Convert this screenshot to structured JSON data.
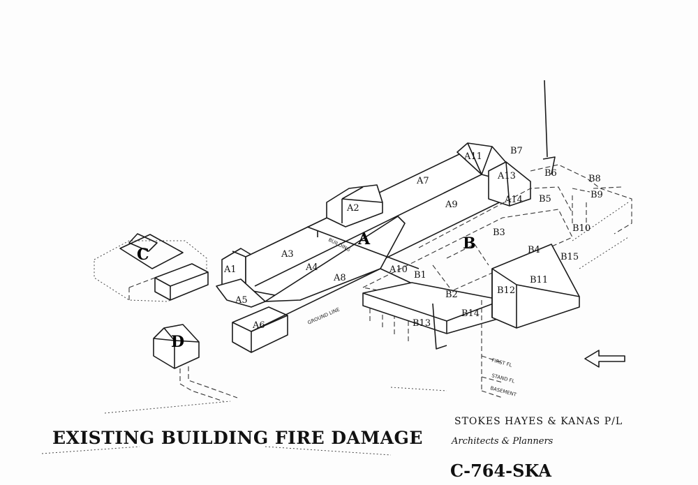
{
  "title": "EXISTING BUILDING FIRE DAMAGE",
  "firm": {
    "name": "STOKES HAYES & KANAS P/L",
    "subtitle": "Architects & Planners"
  },
  "drawing_number": "C-764-SKA",
  "buildings": [
    "A",
    "B",
    "C",
    "D"
  ],
  "zones": {
    "A1": "A1",
    "A2": "A2",
    "A3": "A3",
    "A4": "A4",
    "A5": "A5",
    "A6": "A6",
    "A7": "A7",
    "A8": "A8",
    "A9": "A9",
    "A10": "A10",
    "A11": "A11",
    "A13": "A13",
    "A14": "A14",
    "B1": "B1",
    "B2": "B2",
    "B3": "B3",
    "B4": "B4",
    "B5": "B5",
    "B6": "B6",
    "B7": "B7",
    "B8": "B8",
    "B9": "B9",
    "B10": "B10",
    "B11": "B11",
    "B12": "B12",
    "B13": "B13",
    "B14": "B14",
    "B15": "B15"
  },
  "annotations": {
    "building_label": "BUILDING",
    "ground_line": "GROUND LINE",
    "first_floor": "FIRST FL",
    "stand_floor": "STAND FL",
    "basement": "BASEMENT"
  },
  "north_arrow": "north-arrow"
}
